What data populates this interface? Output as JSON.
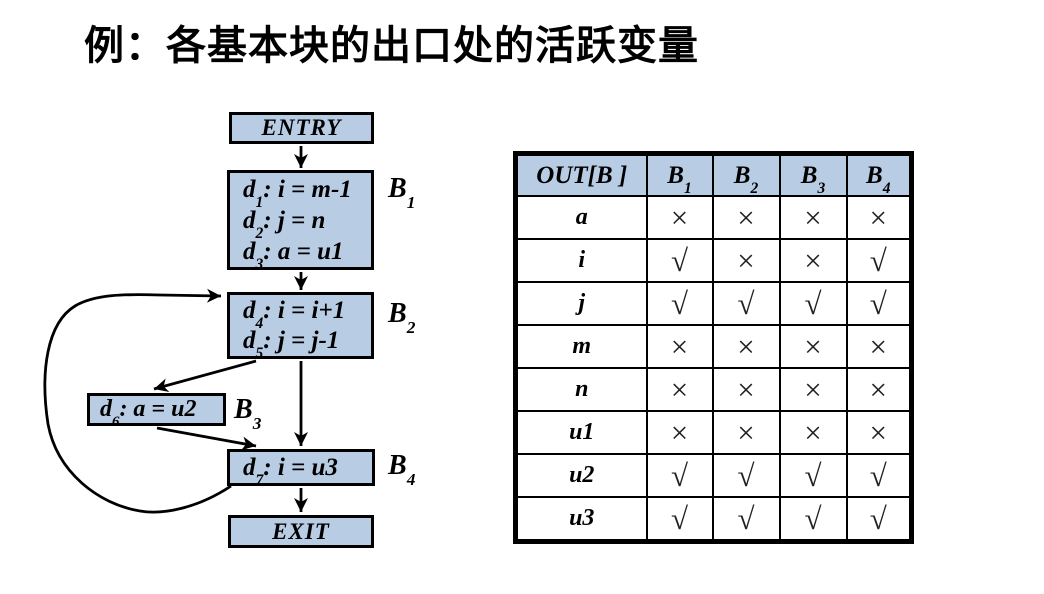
{
  "slide": {
    "title": "例：各基本块的出口处的活跃变量"
  },
  "colors": {
    "block_fill": "#b8cce4",
    "border": "#000000",
    "mark_color": "#222222",
    "background": "#ffffff"
  },
  "flowchart": {
    "entry_label": "ENTRY",
    "exit_label": "EXIT",
    "blocks": {
      "b1": {
        "name": "B_{1}",
        "lines": [
          "d_{1}: i = m-1",
          "d_{2}: j = n",
          "d_{3}: a = u1"
        ]
      },
      "b2": {
        "name": "B_{2}",
        "lines": [
          "d_{4}: i = i+1",
          "d_{5}: j = j-1"
        ]
      },
      "b3": {
        "name": "B_{3}",
        "lines": [
          "d_{6}: a = u2"
        ]
      },
      "b4": {
        "name": "B_{4}",
        "lines": [
          "d_{7}: i = u3"
        ]
      }
    },
    "edges": [
      "ENTRY→B1",
      "B1→B2",
      "B2→B3",
      "B2→B4",
      "B3→B4",
      "B4→B2",
      "B4→EXIT"
    ]
  },
  "table": {
    "header": [
      "OUT[B ]",
      "B_{1}",
      "B_{2}",
      "B_{3}",
      "B_{4}"
    ],
    "rows": [
      {
        "var": "a",
        "marks": [
          "×",
          "×",
          "×",
          "×"
        ]
      },
      {
        "var": "i",
        "marks": [
          "√",
          "×",
          "×",
          "√"
        ]
      },
      {
        "var": "j",
        "marks": [
          "√",
          "√",
          "√",
          "√"
        ]
      },
      {
        "var": "m",
        "marks": [
          "×",
          "×",
          "×",
          "×"
        ]
      },
      {
        "var": "n",
        "marks": [
          "×",
          "×",
          "×",
          "×"
        ]
      },
      {
        "var": "u1",
        "marks": [
          "×",
          "×",
          "×",
          "×"
        ]
      },
      {
        "var": "u2",
        "marks": [
          "√",
          "√",
          "√",
          "√"
        ]
      },
      {
        "var": "u3",
        "marks": [
          "√",
          "√",
          "√",
          "√"
        ]
      }
    ]
  }
}
